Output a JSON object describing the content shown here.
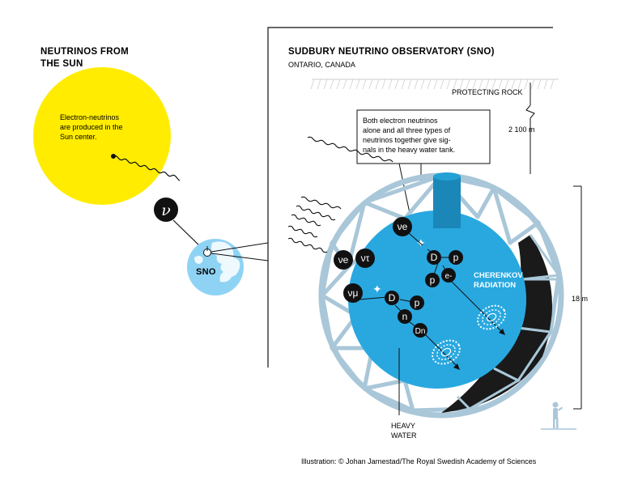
{
  "left": {
    "title_line1": "NEUTRINOS FROM",
    "title_line2": "THE SUN",
    "sun_text_line1": "Electron-neutrinos",
    "sun_text_line2": "are produced in the",
    "sun_text_line3": "Sun center.",
    "nu_symbol": "ν",
    "earth_label": "SNO"
  },
  "right": {
    "title": "SUDBURY NEUTRINO OBSERVATORY (SNO)",
    "subtitle": "ONTARIO, CANADA",
    "rock_label": "PROTECTING ROCK",
    "depth_label": "2 100 m",
    "callout_line1": "Both electron neutrinos",
    "callout_line2": "alone and all three types of",
    "callout_line3": "neutrinos together give sig-",
    "callout_line4": "nals in the heavy water tank.",
    "height_label": "18 m",
    "heavy_water_line1": "HEAVY",
    "heavy_water_line2": "WATER",
    "cherenkov_line1": "CHERENKOV",
    "cherenkov_line2": "RADIATION",
    "particles": {
      "nu_e": "νe",
      "nu_tau": "ντ",
      "nu_mu": "νμ",
      "nu_e2": "νe",
      "D1": "D",
      "p1": "p",
      "p2": "p",
      "e": "e-",
      "D2": "D",
      "p3": "p",
      "n": "n",
      "Dn": "Dn"
    }
  },
  "credit": "Illustration: © Johan Jarnestad/The Royal Swedish Academy of Sciences",
  "colors": {
    "sun": "#ffec00",
    "tank": "#29a8e0",
    "earth": "#8fd3f4",
    "frame": "#a9c7d8",
    "chimney": "#1a87b8",
    "dark": "#1a1a1a"
  }
}
